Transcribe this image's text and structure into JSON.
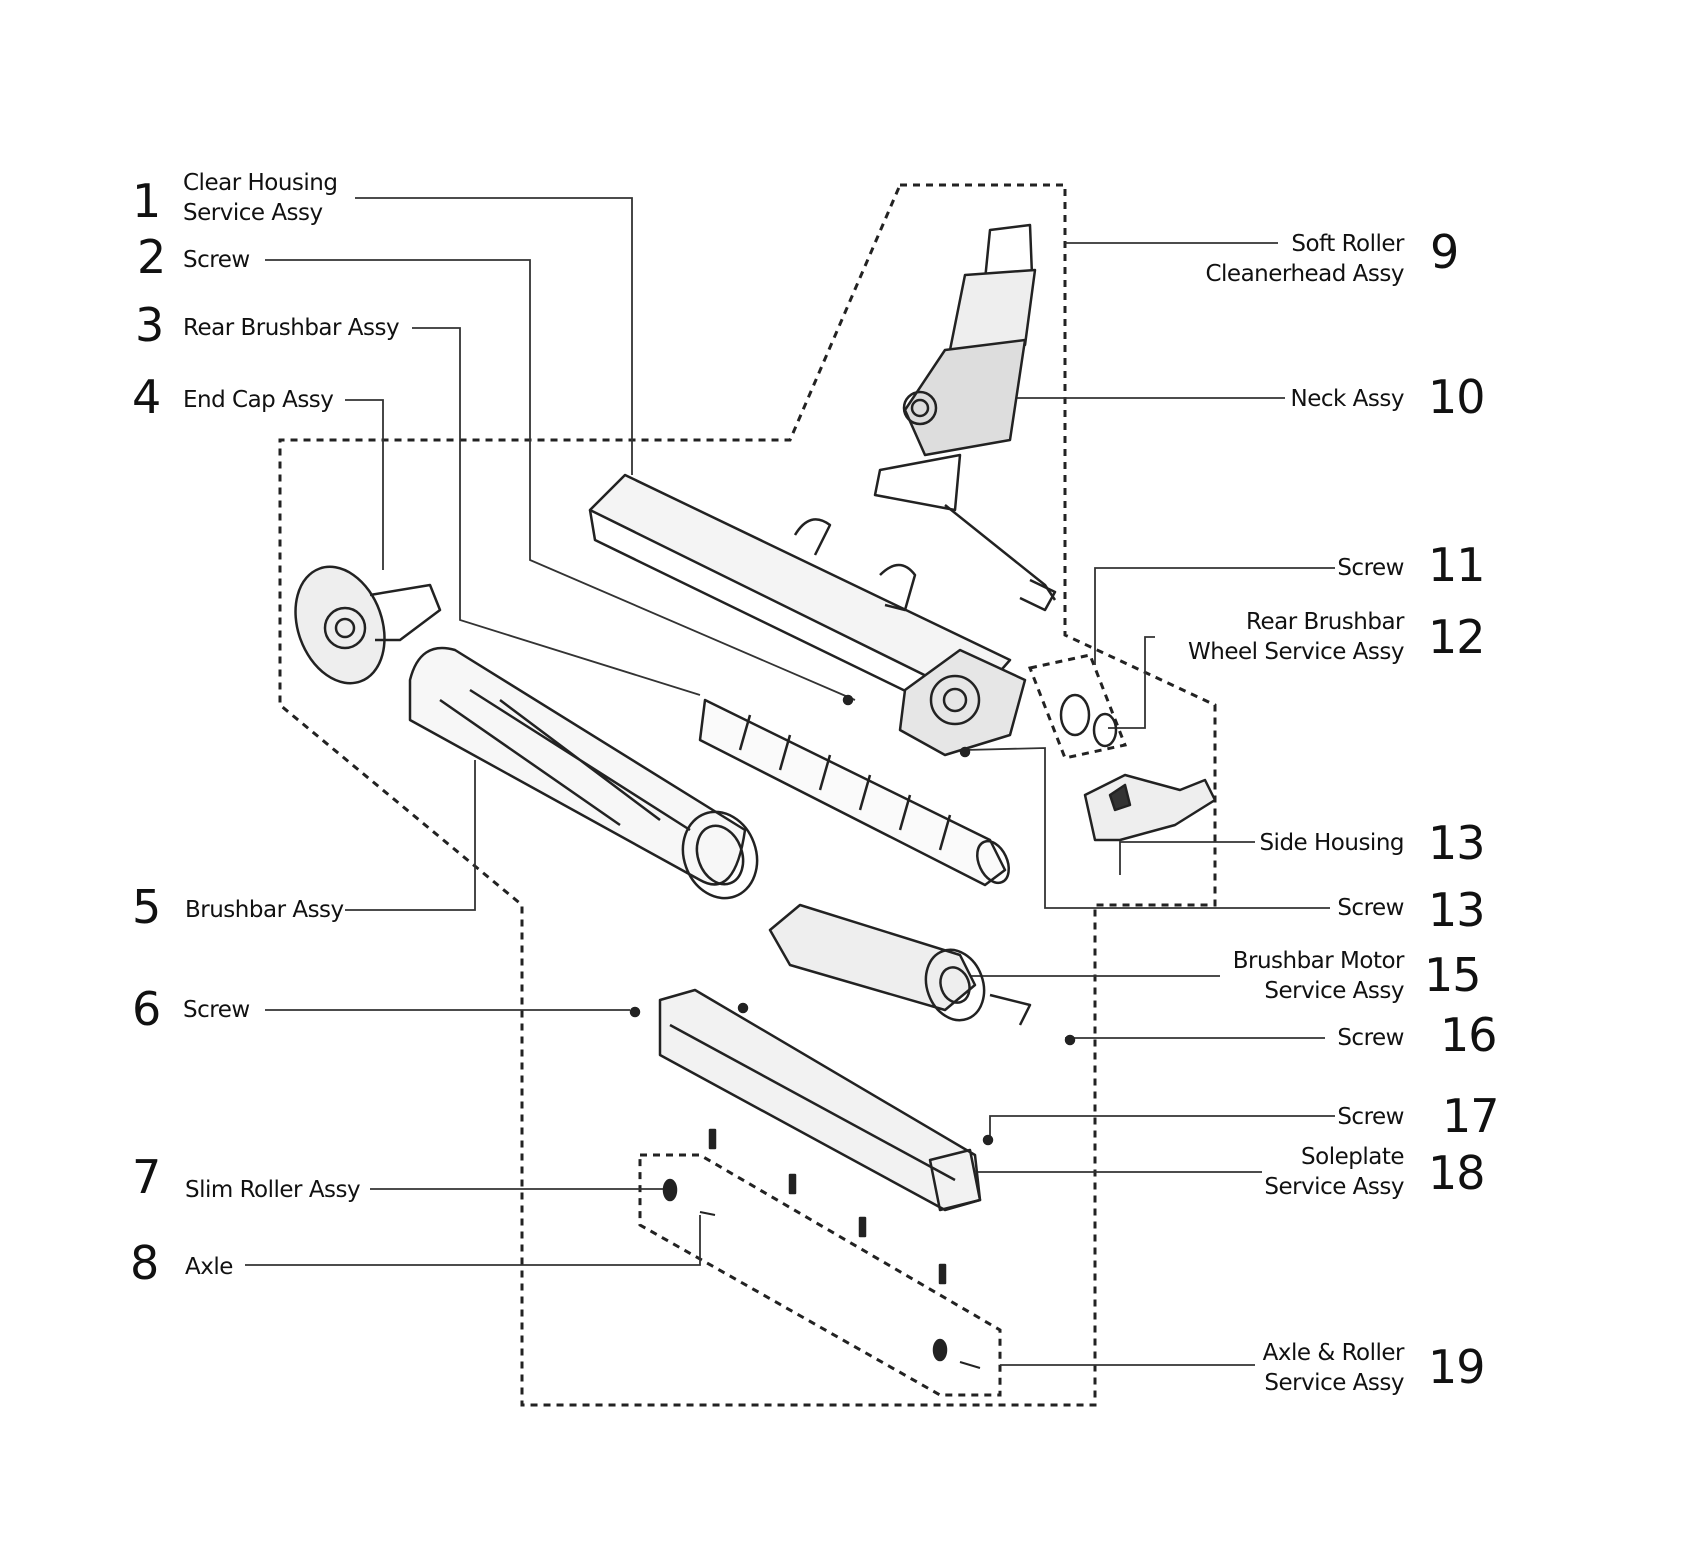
{
  "parts": [
    {
      "num": "1",
      "lines": [
        "Clear Housing",
        "Service Assy"
      ]
    },
    {
      "num": "2",
      "lines": [
        "Screw"
      ]
    },
    {
      "num": "3",
      "lines": [
        "Rear Brushbar Assy"
      ]
    },
    {
      "num": "4",
      "lines": [
        "End Cap Assy"
      ]
    },
    {
      "num": "5",
      "lines": [
        "Brushbar Assy"
      ]
    },
    {
      "num": "6",
      "lines": [
        "Screw"
      ]
    },
    {
      "num": "7",
      "lines": [
        "Slim Roller Assy"
      ]
    },
    {
      "num": "8",
      "lines": [
        "Axle"
      ]
    },
    {
      "num": "9",
      "lines": [
        "Soft Roller",
        "Cleanerhead Assy"
      ]
    },
    {
      "num": "10",
      "lines": [
        "Neck Assy"
      ]
    },
    {
      "num": "11",
      "lines": [
        "Screw"
      ]
    },
    {
      "num": "12",
      "lines": [
        "Rear Brushbar",
        "Wheel Service Assy"
      ]
    },
    {
      "num": "13",
      "lines": [
        "Side Housing"
      ]
    },
    {
      "num": "13",
      "lines": [
        "Screw"
      ]
    },
    {
      "num": "15",
      "lines": [
        "Brushbar Motor",
        "Service Assy"
      ]
    },
    {
      "num": "16",
      "lines": [
        "Screw"
      ]
    },
    {
      "num": "17",
      "lines": [
        "Screw"
      ]
    },
    {
      "num": "18",
      "lines": [
        "Soleplate",
        "Service Assy"
      ]
    },
    {
      "num": "19",
      "lines": [
        "Axle & Roller",
        "Service Assy"
      ]
    }
  ]
}
